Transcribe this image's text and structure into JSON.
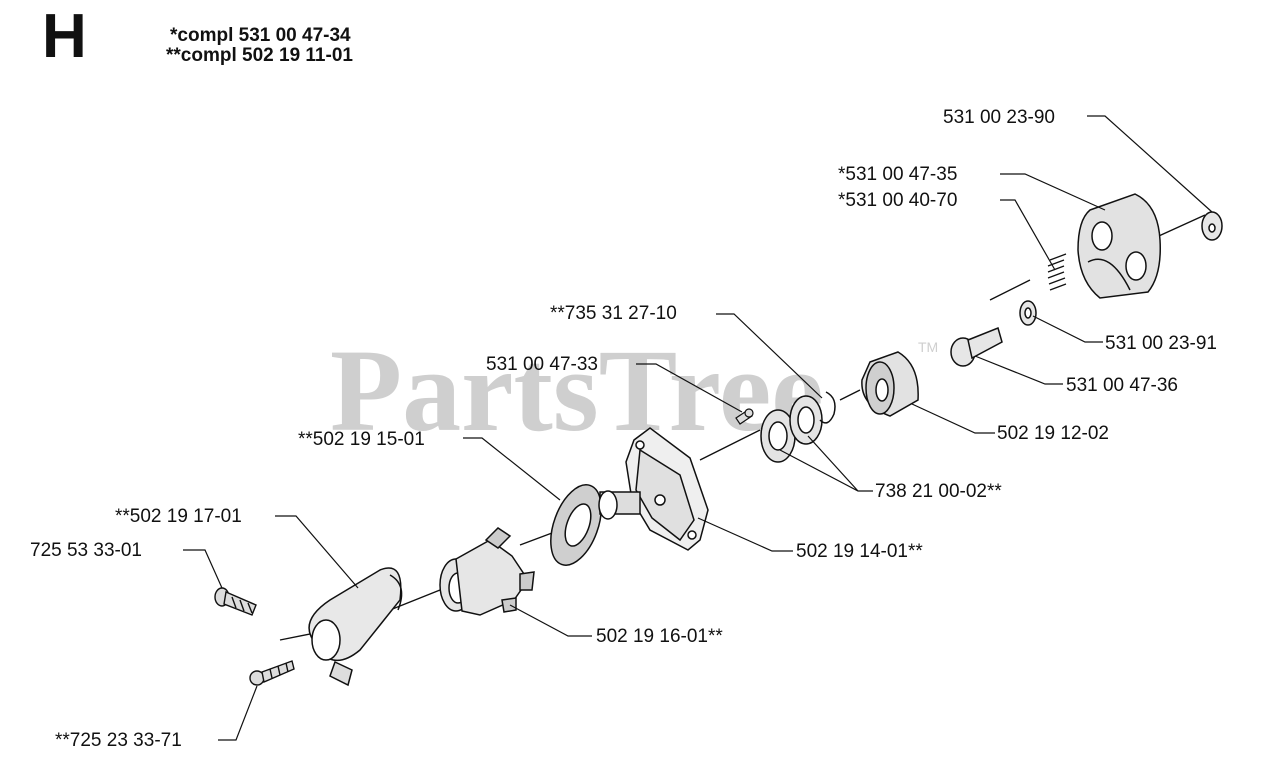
{
  "section": "H",
  "complete_sets": [
    "*compl 531 00 47-34",
    "**compl 502 19 11-01"
  ],
  "watermark": {
    "text": "PartsTree",
    "mark": "TM"
  },
  "callouts": [
    "531 00 23-90",
    "*531 00 47-35",
    "*531 00 40-70",
    "531 00 23-91",
    "531 00 47-36",
    "**735 31 27-10",
    "531 00 47-33",
    "502 19 12-02",
    "**502 19 15-01",
    "738 21 00-02**",
    "**502 19 17-01",
    "502 19 14-01**",
    "725 53 33-01",
    "502 19 16-01**",
    "**725 23 33-71"
  ],
  "colors": {
    "ink": "#111111",
    "watermark": "#cfcfcf"
  }
}
